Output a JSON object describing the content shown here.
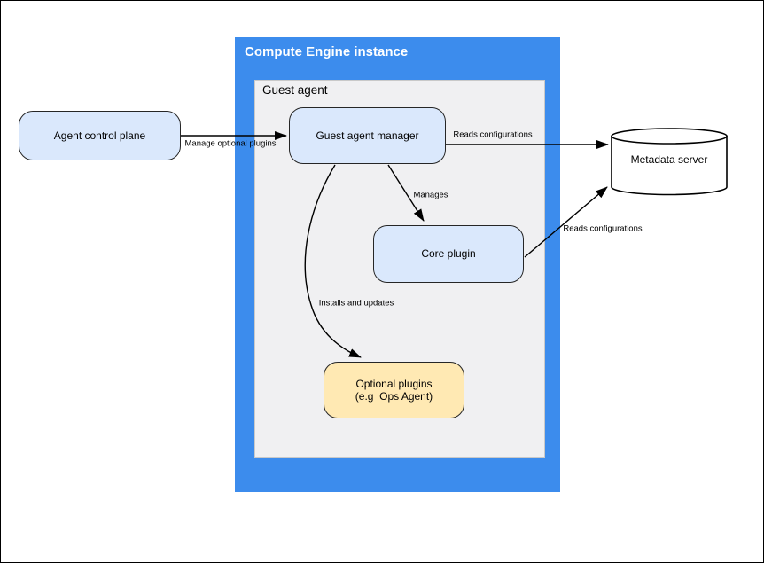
{
  "diagram": {
    "nodes": {
      "agent_control_plane": {
        "label": "Agent control plane"
      },
      "compute_engine_instance": {
        "title": "Compute Engine instance"
      },
      "guest_agent": {
        "title": "Guest agent"
      },
      "guest_agent_manager": {
        "label": "Guest agent manager"
      },
      "core_plugin": {
        "label": "Core plugin"
      },
      "optional_plugins": {
        "line1": "Optional plugins",
        "line2": "(e.g  Ops Agent)"
      },
      "metadata_server": {
        "label": "Metadata server"
      }
    },
    "edges": [
      {
        "id": "manage-optional-plugins",
        "label": "Manage optional plugins",
        "from": "Agent control plane",
        "to": "Guest agent manager"
      },
      {
        "id": "manager-reads-configurations",
        "label": "Reads configurations",
        "from": "Guest agent manager",
        "to": "Metadata server"
      },
      {
        "id": "manages",
        "label": "Manages",
        "from": "Guest agent manager",
        "to": "Core plugin"
      },
      {
        "id": "core-reads-configurations",
        "label": "Reads configurations",
        "from": "Core plugin",
        "to": "Metadata server"
      },
      {
        "id": "installs-and-updates",
        "label": "Installs and updates",
        "from": "Guest agent manager",
        "to": "Optional plugins"
      }
    ],
    "colors": {
      "container_blue": "#3c8ced",
      "panel_gray": "#f0f0f2",
      "node_blue_fill": "#dae8fc",
      "node_yellow_fill": "#ffe9b3",
      "node_border": "#262626",
      "arrow": "#000000",
      "title_text": "#ffffff"
    }
  }
}
